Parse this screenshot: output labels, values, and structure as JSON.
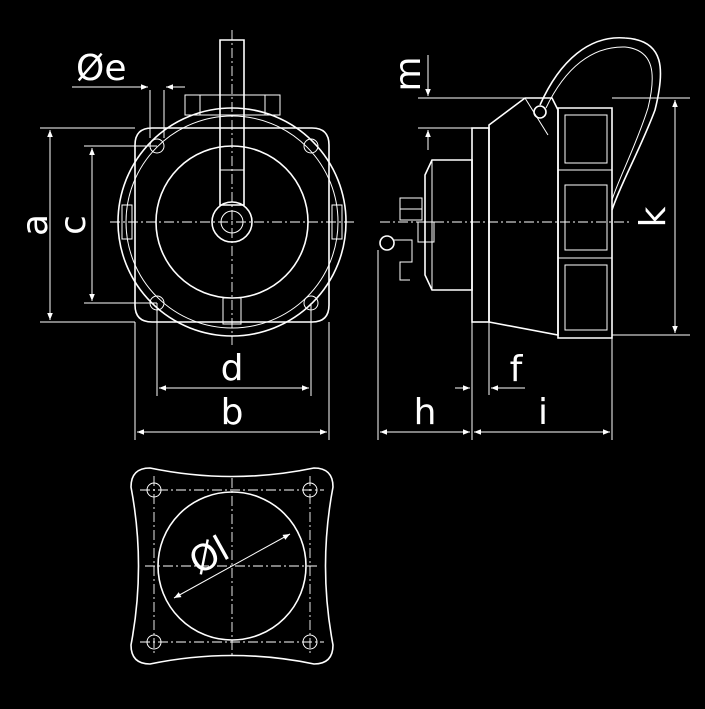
{
  "colors": {
    "background": "#000000",
    "line": "#ffffff"
  },
  "labels": {
    "a": "a",
    "b": "b",
    "c": "c",
    "d": "d",
    "e": "Øe",
    "f": "f",
    "h": "h",
    "i": "i",
    "k": "k",
    "l": "Øl",
    "m": "m"
  }
}
